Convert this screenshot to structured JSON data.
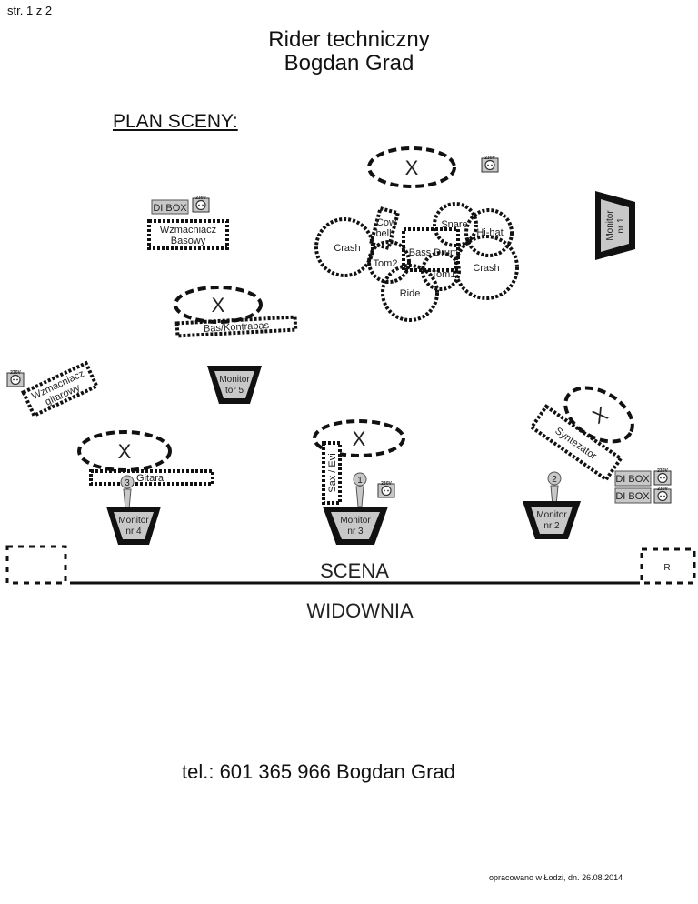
{
  "page_indicator": "str. 1 z 2",
  "header": {
    "title_line1": "Rider techniczny",
    "title_line2": "Bogdan Grad"
  },
  "plan_heading": "PLAN SCENY:",
  "stage_plan": {
    "positions": {
      "x_mark": "X"
    },
    "drum_kit": {
      "crash_left": "Crash",
      "cowbell_line1": "Cow",
      "cowbell_line2": "bell",
      "snare": "Snare",
      "hihat": "Hi-hat",
      "bass_drum": "Bass Drum",
      "tom2": "Tom2",
      "tom1": "Tom1",
      "crash_right": "Crash",
      "ride": "Ride"
    },
    "power_label": "230V",
    "di_box": "DI BOX",
    "bass_amp_line1": "Wzmacniacz",
    "bass_amp_line2": "Basowy",
    "bass_instrument": "Bas/Kontrabas",
    "guitar_amp_line1": "Wzmacniacz",
    "guitar_amp_line2": "gitarowy",
    "guitar_instrument": "Gitara",
    "sax_instrument": "Sax / Evi",
    "synth_instrument": "Syntezator",
    "microphones": [
      "1",
      "2",
      "3"
    ],
    "monitors": {
      "m1_line1": "Monitor",
      "m1_line2": "nr 1",
      "m2_line1": "Monitor",
      "m2_line2": "nr 2",
      "m3_line1": "Monitor",
      "m3_line2": "nr 3",
      "m4_line1": "Monitor",
      "m4_line2": "nr 4",
      "m5_line1": "Monitor",
      "m5_line2": "tor 5"
    },
    "pa_left": "L",
    "pa_right": "R",
    "stage_label": "SCENA",
    "audience_label": "WIDOWNIA"
  },
  "contact": "tel.: 601 365 966 Bogdan Grad",
  "footer": "opracowano w Łodzi, dn. 26.08.2014",
  "colors": {
    "ink": "#111111",
    "monitor_fill": "#c8c8c8",
    "box_fill": "#c8c8c8"
  }
}
